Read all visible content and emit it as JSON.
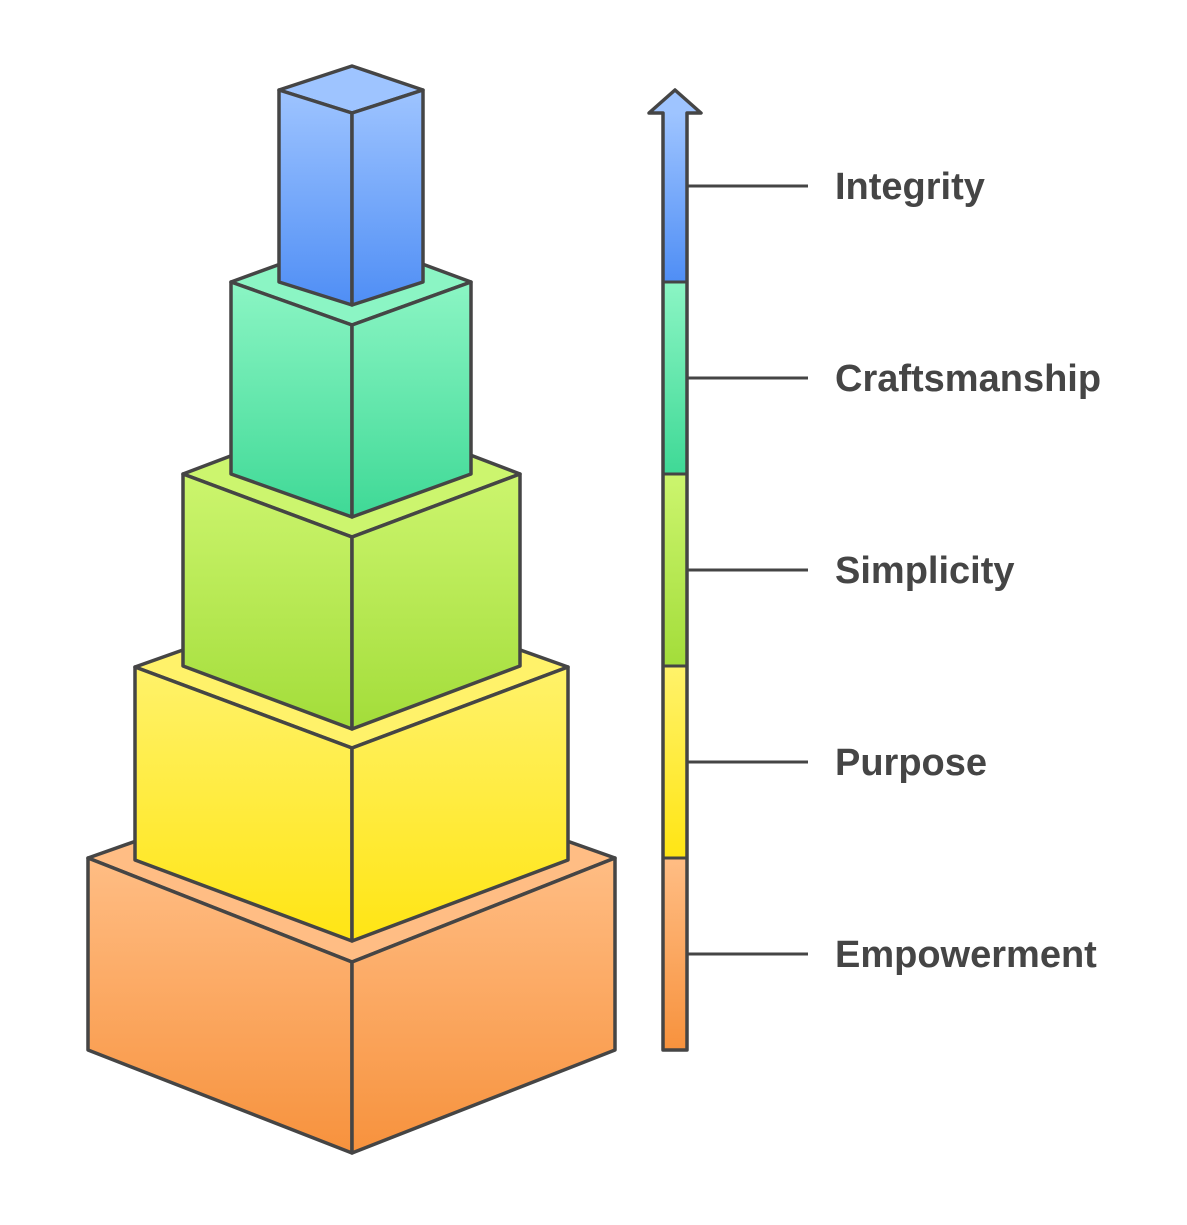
{
  "tiers": [
    {
      "label": "Integrity",
      "color_top": "#9ec4ff",
      "color_bottom": "#4f8ef5"
    },
    {
      "label": "Craftsmanship",
      "color_top": "#8bf5c4",
      "color_bottom": "#3fd996"
    },
    {
      "label": "Simplicity",
      "color_top": "#ccf56e",
      "color_bottom": "#a3dd3a"
    },
    {
      "label": "Purpose",
      "color_top": "#fff26a",
      "color_bottom": "#ffe514"
    },
    {
      "label": "Empowerment",
      "color_top": "#ffbd84",
      "color_bottom": "#f7923d"
    }
  ],
  "order_note_direction": "bottom-to-top"
}
